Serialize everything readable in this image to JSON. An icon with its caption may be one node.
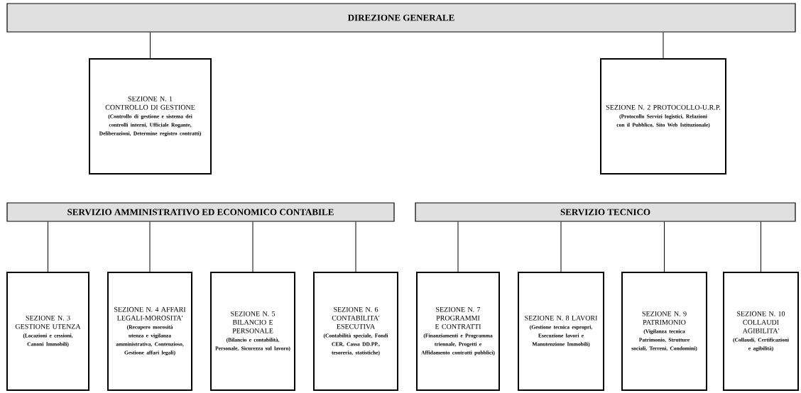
{
  "diagram": {
    "nodes": [
      {
        "text": [
          "DIREZIONE GENERALE"
        ]
      },
      {
        "text": [
          "SEZIONE N. 1 CONTROLLO DI GESTIONE",
          "(Controllo di gestione e sistema dei controlli interni, Ufficiale Rogante, Deliberazioni, Determine registro contratti)"
        ]
      },
      {
        "text": [
          "SEZIONE N. 2 PROTOCOLLO-U.R.P.",
          "(Protocollo Servizi logistici, Relazioni con il Pubblico, Sito Web Istituzionale)"
        ]
      },
      {
        "text": [
          "SERVIZIO AMMINISTRATIVO ED ECONOMICO CONTABILE"
        ]
      },
      {
        "text": [
          "SERVIZIO TECNICO"
        ]
      },
      {
        "text": [
          "SEZIONE N. 3 GESTIONE UTENZA",
          "(Locazioni e cessioni, Canoni Immobili)"
        ]
      },
      {
        "text": [
          "SEZIONE N. 4 AFFARI LEGALI-MOROSITA'",
          "(Recupero morosità utenza e vigilanza amministrativa, Contenzioso, Gestione affari legali)"
        ]
      },
      {
        "text": [
          "SEZIONE N. 5 BILANCIO E PERSONALE",
          "(Bilancio e contabilità, Personale, Sicurezza sul lavoro)"
        ]
      },
      {
        "text": [
          "SEZIONE N. 6 CONTABILITA' ESECUTIVA",
          "(Contabilità speciale, Fondi CER, Cassa DD.PP., tesoreria, statistiche)"
        ]
      },
      {
        "text": [
          "SEZIONE N. 7 PROGRAMMI E CONTRATTI",
          "(Finanziamenti e Programma triennale, Progetti e Affidamento contratti pubblici)"
        ]
      },
      {
        "text": [
          "SEZIONE N. 8 LAVORI",
          "(Gestione tecnica espropri, Esecuzione lavori e Manutenzione Immobili)"
        ]
      },
      {
        "text": [
          "SEZIONE N. 9 PATRIMONIO",
          "(Vigilanza tecnica Patrimonio, Strutture sociali, Terreni, Condomini)"
        ]
      },
      {
        "text": [
          "SEZIONE N. 10 COLLAUDI AGIBILITA'",
          "(Collaudi, Certificazioni e agibilità)"
        ]
      }
    ],
    "edges": [
      {
        "from": 0,
        "to": 1,
        "arrow": "none"
      },
      {
        "from": 0,
        "to": 2,
        "arrow": "none"
      },
      {
        "from": 3,
        "to": 5,
        "arrow": "none"
      },
      {
        "from": 3,
        "to": 6,
        "arrow": "none"
      },
      {
        "from": 3,
        "to": 7,
        "arrow": "none"
      },
      {
        "from": 3,
        "to": 8,
        "arrow": "none"
      },
      {
        "from": 4,
        "to": 9,
        "arrow": "none"
      },
      {
        "from": 4,
        "to": 10,
        "arrow": "none"
      },
      {
        "from": 4,
        "to": 11,
        "arrow": "none"
      },
      {
        "from": 4,
        "to": 12,
        "arrow": "none"
      }
    ]
  }
}
